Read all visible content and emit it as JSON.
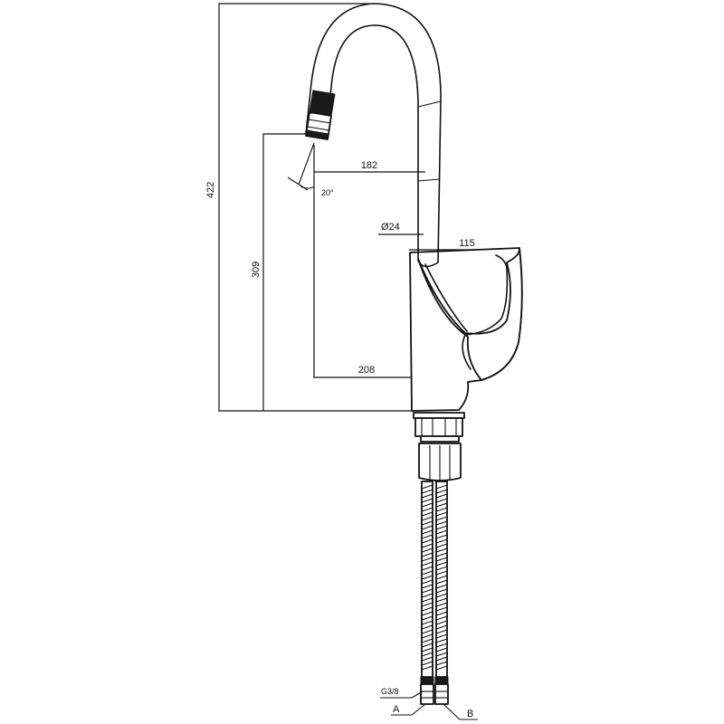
{
  "dimensions": {
    "total_height": "422",
    "spout_height": "309",
    "spout_reach": "182",
    "aerator_angle": "20°",
    "spout_diameter": "Ø24",
    "handle_length": "115",
    "body_reach": "208"
  },
  "connections": {
    "thread": "G3/8",
    "hose_a": "A",
    "hose_b": "B"
  }
}
